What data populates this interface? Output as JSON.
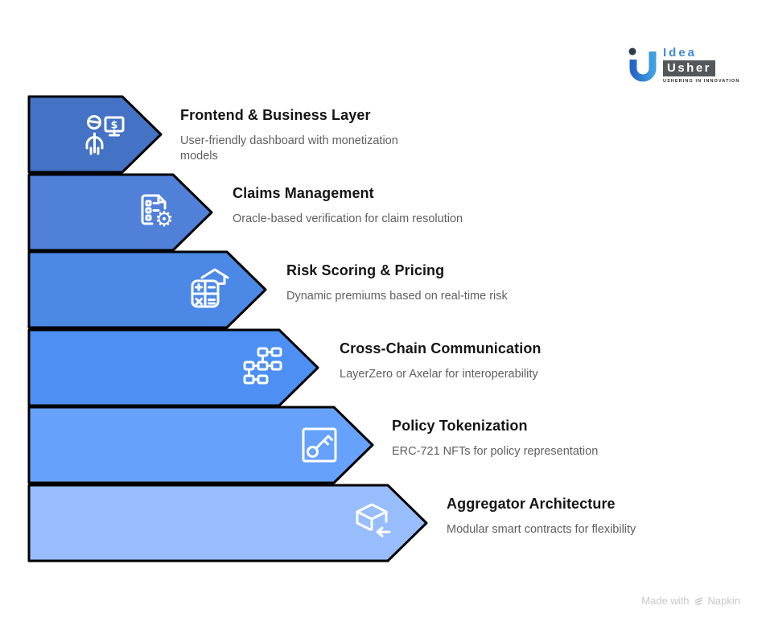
{
  "logo": {
    "idea": "Idea",
    "usher": "Usher",
    "tagline": "USHERING IN INNOVATION"
  },
  "layers": [
    {
      "title": "Frontend & Business Layer",
      "description": "User-friendly dashboard with monetization models",
      "icon": "user-dashboard-dollar-icon",
      "color": "#4472c4"
    },
    {
      "title": "Claims Management",
      "description": "Oracle-based verification for claim resolution",
      "icon": "document-gear-icon",
      "color": "#5080d8"
    },
    {
      "title": "Risk Scoring & Pricing",
      "description": "Dynamic premiums based on real-time risk",
      "icon": "calculator-house-icon",
      "color": "#4c88e6"
    },
    {
      "title": "Cross-Chain Communication",
      "description": "LayerZero or Axelar for interoperability",
      "icon": "network-nodes-icon",
      "color": "#4d8ff2"
    },
    {
      "title": "Policy Tokenization",
      "description": "ERC-721 NFTs for policy representation",
      "icon": "key-icon",
      "color": "#66a1fc"
    },
    {
      "title": "Aggregator Architecture",
      "description": "Modular smart contracts for flexibility",
      "icon": "cube-arrow-icon",
      "color": "#97bdfd"
    }
  ],
  "footer": {
    "made_with": "Made with",
    "brand": "Napkin"
  }
}
